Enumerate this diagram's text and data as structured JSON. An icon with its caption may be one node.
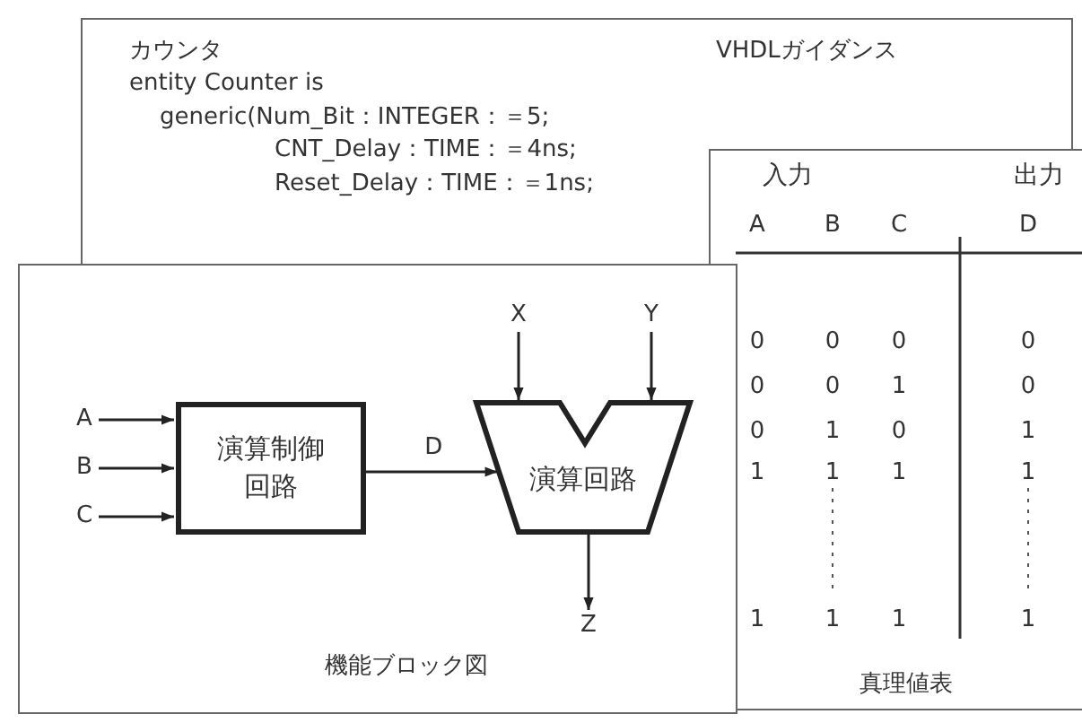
{
  "diagram": {
    "nodes": [
      {
        "text": [
          "カウンタ",
          "VHDLガイダンス",
          "entity Counter is",
          "generic(Num_Bit：INTEGER：＝5;",
          "CNT_Delay：TIME：＝4ns;",
          "Reset_Delay：TIME：＝1ns;"
        ]
      },
      {
        "text": [
          "真理値表"
        ]
      },
      {
        "text": [
          "機能ブロック図"
        ]
      },
      {
        "text": [
          "演算制御回路"
        ],
        "in": 2
      },
      {
        "text": [
          "演算回路"
        ],
        "in": 2
      },
      {
        "text": [
          "A"
        ],
        "in": 2
      },
      {
        "text": [
          "B"
        ],
        "in": 2
      },
      {
        "text": [
          "C"
        ],
        "in": 2
      },
      {
        "text": [
          "X"
        ],
        "in": 2
      },
      {
        "text": [
          "Y"
        ],
        "in": 2
      },
      {
        "text": [
          "Z"
        ],
        "in": 2
      }
    ],
    "edges": [
      {
        "from": 5,
        "to": 3,
        "arrow": "to"
      },
      {
        "from": 6,
        "to": 3,
        "arrow": "to"
      },
      {
        "from": 7,
        "to": 3,
        "arrow": "to"
      },
      {
        "from": 3,
        "to": 4,
        "arrow": "to",
        "label": "D"
      },
      {
        "from": 8,
        "to": 4,
        "arrow": "to"
      },
      {
        "from": 9,
        "to": 4,
        "arrow": "to"
      },
      {
        "from": 4,
        "to": 10,
        "arrow": "to"
      }
    ],
    "labels": [
      "入力",
      "出力",
      "A",
      "B",
      "C",
      "D",
      "0",
      "0",
      "0",
      "0",
      "0",
      "0",
      "1",
      "0",
      "0",
      "1",
      "0",
      "1",
      "1",
      "1",
      "1",
      "1",
      "1",
      "1",
      "1",
      "1"
    ]
  }
}
